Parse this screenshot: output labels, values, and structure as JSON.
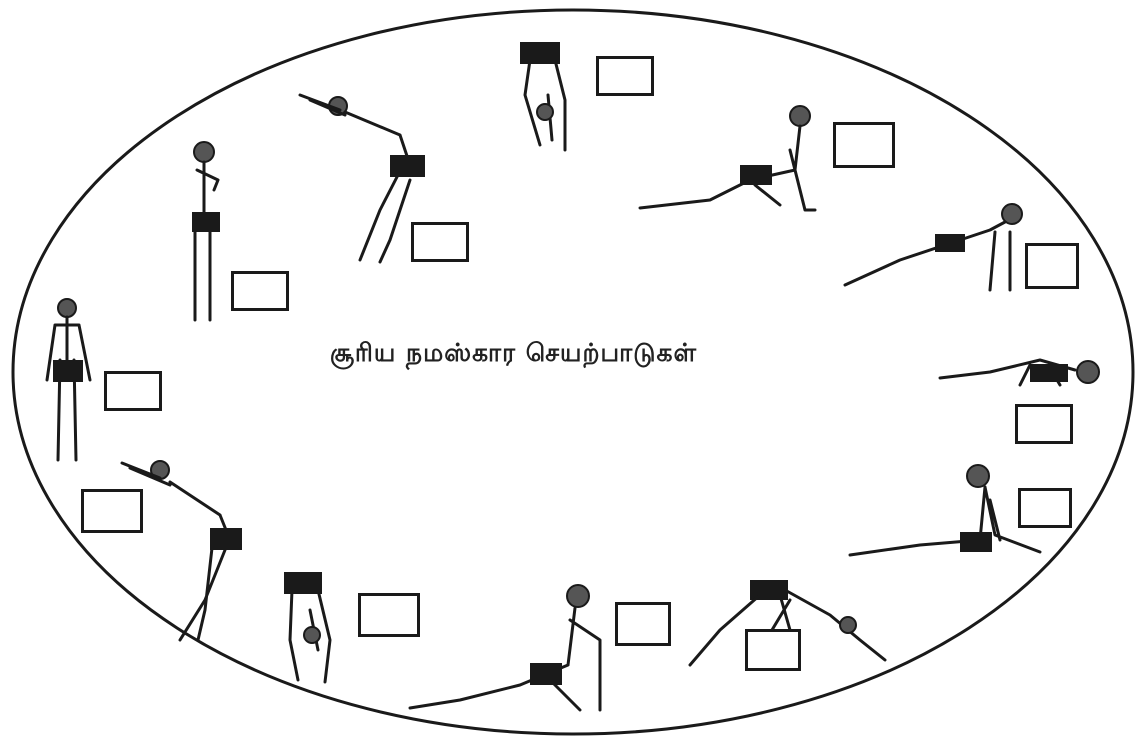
{
  "title": "சூரிய நமஸ்கார செயற்பாடுகள்",
  "poses": [
    {
      "name": "standing-arms-down"
    },
    {
      "name": "prayer-pose"
    },
    {
      "name": "arms-raised-backbend"
    },
    {
      "name": "forward-fold"
    },
    {
      "name": "low-lunge"
    },
    {
      "name": "plank"
    },
    {
      "name": "eight-limbed-pose"
    },
    {
      "name": "cobra"
    },
    {
      "name": "downward-dog"
    },
    {
      "name": "low-lunge-return"
    },
    {
      "name": "forward-fold-return"
    },
    {
      "name": "arms-raised-return"
    }
  ],
  "colors": {
    "ink": "#1a1a1a",
    "paper": "#ffffff"
  }
}
